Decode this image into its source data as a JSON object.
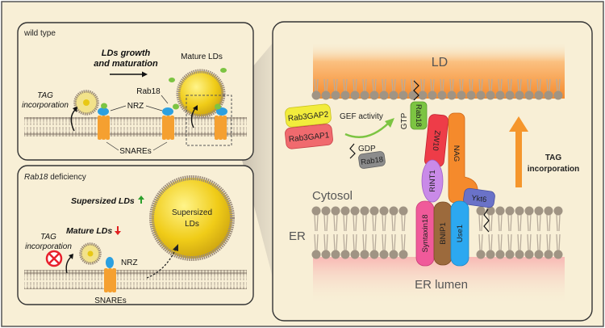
{
  "wild_type_panel": {
    "title": "wild type",
    "process_label_line1": "LDs growth",
    "process_label_line2": "and maturation",
    "mature_lds_label": "Mature LDs",
    "tag_label_line1": "TAG",
    "tag_label_line2": "incorporation",
    "rab18_label": "Rab18",
    "nrz_label": "NRZ",
    "snares_label": "SNAREs"
  },
  "deficiency_panel": {
    "title_italic": "Rab18",
    "title_rest": " deficiency",
    "supersized_label": "Supersized LDs",
    "supersized_trend": "up",
    "mature_label": "Mature LDs",
    "mature_trend": "down",
    "tag_label_line1": "TAG",
    "tag_label_line2": "incorporation",
    "droplet_label_line1": "Supersized",
    "droplet_label_line2": "LDs",
    "nrz_label": "NRZ",
    "snares_label": "SNAREs"
  },
  "detail_panel": {
    "ld_label": "LD",
    "cytosol_label": "Cytosol",
    "er_label": "ER",
    "er_lumen_label": "ER lumen",
    "gef_activity_label": "GEF activity",
    "gtp_label": "GTP",
    "gdp_label": "GDP",
    "tag_label_line1": "TAG",
    "tag_label_line2": "incorporation",
    "proteins": {
      "rab3gap2": "Rab3GAP2",
      "rab3gap1": "Rab3GAP1",
      "rab18_gtp": "Rab18",
      "rab18_gdp": "Rab18",
      "zw10": "ZW10",
      "nag": "NAG",
      "rint1": "RINT1",
      "ykt6": "Ykt6",
      "syntaxin18": "Syntaxin18",
      "bnip1": "BNIP1",
      "use1": "Use1"
    }
  },
  "colors": {
    "background": "#f8efd6",
    "panel_border": "#333333",
    "lipid_head": "#9c8c7a",
    "lipid_tail": "#b5a898",
    "ld_orange": "#f7a04a",
    "er_lumen_pink": "#f9c4c0",
    "snare_orange": "#f5a030",
    "nrz_blue": "#2ca0e0",
    "rab18_green": "#7cc442",
    "droplet_yellow": "#e8c814",
    "rab3gap2": "#f2ec3c",
    "rab3gap1": "#f06a6e",
    "rab18_gdp": "#8c8c8c",
    "zw10": "#ee3c48",
    "nag": "#f58a2c",
    "rint1": "#c98ae8",
    "ykt6": "#6a72c8",
    "syntaxin18": "#f05a9a",
    "bnip1": "#9c6a3c",
    "use1": "#2ca8f0",
    "gef_arrow": "#7cc442",
    "tag_arrow": "#f5962c",
    "up_arrow": "#2ca02c",
    "down_arrow": "#e02020",
    "inhibit_red": "#e8202c"
  }
}
